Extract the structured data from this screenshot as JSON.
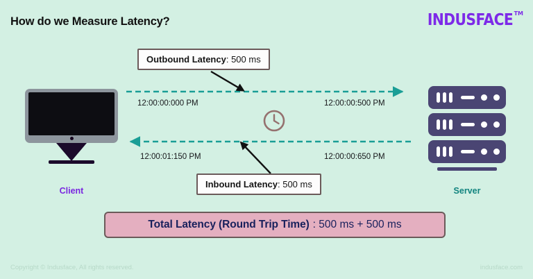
{
  "header": {
    "title": "How do we Measure Latency?",
    "brand": "INDUSFACE",
    "brand_tm": "TM"
  },
  "nodes": {
    "client": {
      "label": "Client",
      "icon": "desktop-monitor-icon",
      "color": "#7a27e0"
    },
    "server": {
      "label": "Server",
      "icon": "server-rack-icon",
      "color": "#12847f"
    }
  },
  "flows": {
    "outbound": {
      "direction": "client-to-server",
      "callout_label": "Outbound Latency",
      "callout_value": ": 500 ms",
      "start_timestamp": "12:00:00:000 PM",
      "end_timestamp": "12:00:00:500 PM",
      "line_color": "#1a9e96"
    },
    "inbound": {
      "direction": "server-to-client",
      "callout_label": "Inbound Latency",
      "callout_value": ": 500 ms",
      "start_timestamp": "12:00:00:650 PM",
      "end_timestamp": "12:00:01:150 PM",
      "line_color": "#1a9e96"
    }
  },
  "clock": {
    "icon": "clock-icon",
    "color": "#95716f"
  },
  "total": {
    "label": "Total Latency (Round Trip Time)",
    "value": ": 500 ms + 500 ms",
    "background": "#e4afc0",
    "text_color": "#18205c"
  },
  "footer": {
    "copyright": "Copyright © Indusface, All rights reserved.",
    "site": "indusface.com"
  },
  "theme": {
    "background": "#d3f0e3",
    "accent_purple": "#7d2ae8",
    "accent_teal": "#1a9e96"
  }
}
